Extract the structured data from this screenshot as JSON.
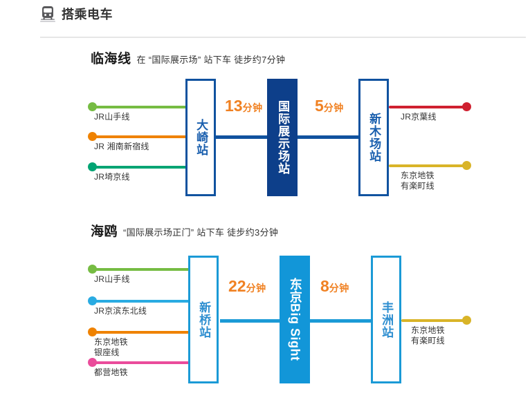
{
  "header": {
    "title": "搭乘电车",
    "icon": "train-icon"
  },
  "routes": [
    {
      "name": "临海线",
      "note": "在 “国际展示场” 站下车 徒步约7分钟",
      "left_lines": [
        {
          "label": "JR山手线",
          "color": "#76bc43"
        },
        {
          "label": "JR 湘南新宿线",
          "color": "#ef8200"
        },
        {
          "label": "JR埼京线",
          "color": "#00a473"
        }
      ],
      "right_lines": [
        {
          "label": "JR京葉线",
          "color": "#cf2030"
        },
        {
          "label": "东京地铁\n有楽町线",
          "color": "#d9b428"
        }
      ],
      "stations": [
        {
          "label": "大崎站",
          "style": "outline"
        },
        {
          "label": "国际展示场站",
          "style": "filled-navy"
        },
        {
          "label": "新木场站",
          "style": "outline"
        }
      ],
      "times": [
        {
          "num": "13",
          "unit": "分钟"
        },
        {
          "num": "5",
          "unit": "分钟"
        }
      ],
      "trunk_color": "#10529f"
    },
    {
      "name": "海鸥",
      "note": "“国际展示场正门” 站下车 徒步约3分钟",
      "left_lines": [
        {
          "label": "JR山手线",
          "color": "#76bc43"
        },
        {
          "label": "JR京滨东北线",
          "color": "#29abe2"
        },
        {
          "label": "东京地铁\n银座线",
          "color": "#ef8200"
        },
        {
          "label": "都营地铁",
          "color": "#ea4c9b"
        }
      ],
      "right_lines": [
        {
          "label": "东京地铁\n有楽町线",
          "color": "#d9b428"
        }
      ],
      "stations": [
        {
          "label": "新桥站",
          "style": "outline-cyan"
        },
        {
          "label": "东京Big Sight",
          "style": "filled-cyan"
        },
        {
          "label": "丰洲站",
          "style": "outline-cyan"
        }
      ],
      "times": [
        {
          "num": "22",
          "unit": "分钟"
        },
        {
          "num": "8",
          "unit": "分钟"
        }
      ],
      "trunk_color": "#1b9ad6"
    }
  ],
  "colors": {
    "navy": "#10529f",
    "navy_fill": "#0d3f8a",
    "cyan": "#1b9ad6",
    "cyan_fill": "#1296d8",
    "orange_time": "#f08122",
    "divider": "#e6e6e6"
  }
}
